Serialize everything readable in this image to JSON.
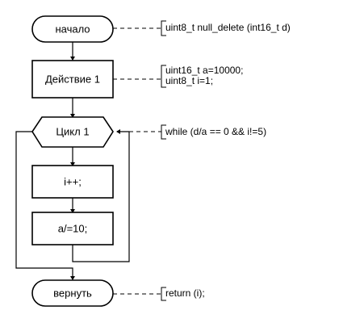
{
  "nodes": {
    "start": "начало",
    "action1": "Действие 1",
    "loop": "Цикл 1",
    "increment": "i++;",
    "divide": "a/=10;",
    "return": "вернуть"
  },
  "comments": {
    "signature": "uint8_t null_delete (int16_t d)",
    "decl_a": "uint16_t a=10000;",
    "decl_i": "uint8_t i=1;",
    "loop_condition": "while (d/a == 0 && i!=5)",
    "return_stmt": "return (i);"
  }
}
